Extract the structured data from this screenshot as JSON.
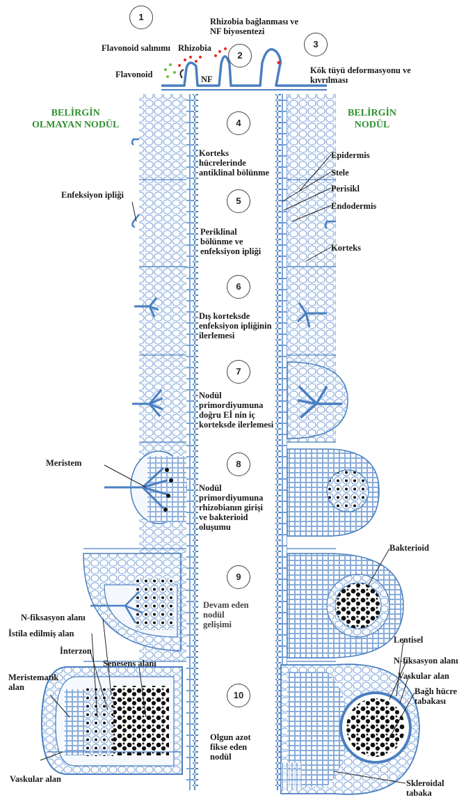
{
  "headers": {
    "left": [
      "BELİRGİN",
      "OLMAYAN NODÜL"
    ],
    "right": [
      "BELİRGİN",
      "NODÜL"
    ]
  },
  "steps": [
    "1",
    "2",
    "3",
    "4",
    "5",
    "6",
    "7",
    "8",
    "9",
    "10"
  ],
  "top_labels": {
    "flavonoid_release": "Flavonoid salınımı",
    "rhizobia": "Rhizobia",
    "flavonoid": "Flavonoid",
    "nf": "NF",
    "attachment": [
      "Rhizobia bağlanması ve",
      "NF biyosentezi"
    ],
    "deformation": [
      "Kök tüyü deformasyonu ve",
      "kıvrılması"
    ]
  },
  "stage_labels": {
    "s4": [
      "Korteks",
      "hücrelerinde",
      "antiklinal bölünme"
    ],
    "s5": [
      "Periklinal",
      "bölünme ve",
      "enfeksiyon ipliği"
    ],
    "s6": [
      "Dış korteksde",
      "enfeksiyon ipliğinin",
      "ilerlemesi"
    ],
    "s7": [
      "Nodül",
      "primordiyumuna",
      "doğru Eİ nin iç",
      "korteksde ilerlemesi"
    ],
    "s8": [
      "Nodül",
      "primordiyumuna",
      "rhizobianın girişi",
      "ve bakterioid",
      "oluşumu"
    ],
    "s9": [
      "Devam eden",
      "nodül",
      "gelişimi"
    ],
    "s10": [
      "Olgun azot",
      "fikse eden",
      "nodül"
    ]
  },
  "left_labels": {
    "infection_thread": "Enfeksiyon ipliği",
    "meristem": "Meristem",
    "n_fixation": "N-fiksasyon alanı",
    "invaded": "İstila edilmiş alan",
    "interzone": "İnterzon",
    "senescence": "Senesens alanı",
    "meristematic": [
      "Meristematik",
      "alan"
    ],
    "vascular": "Vaskular alan"
  },
  "right_labels": {
    "epidermis": "Epidermis",
    "stele": "Stele",
    "pericycle": "Perisikl",
    "endodermis": "Endodermis",
    "cortex": "Korteks",
    "bacteroid": "Bakterioid",
    "lenticel": "Lentisel",
    "n_fixation": "N-fiksasyon alanı",
    "vascular": "Vaskular alan",
    "boundary_layer": [
      "Bağlı hücre",
      "tabakası"
    ],
    "sclerenchyma": [
      "Skleroidal",
      "tabaka"
    ]
  },
  "colors": {
    "tissue": "#4a7fc0",
    "tissue_fill": "#eef4fb",
    "label_green": "#2f8f2f",
    "bacteria_red": "#e0301e",
    "flavonoid_green": "#6fbf3a",
    "bacteroid": "#111111"
  }
}
